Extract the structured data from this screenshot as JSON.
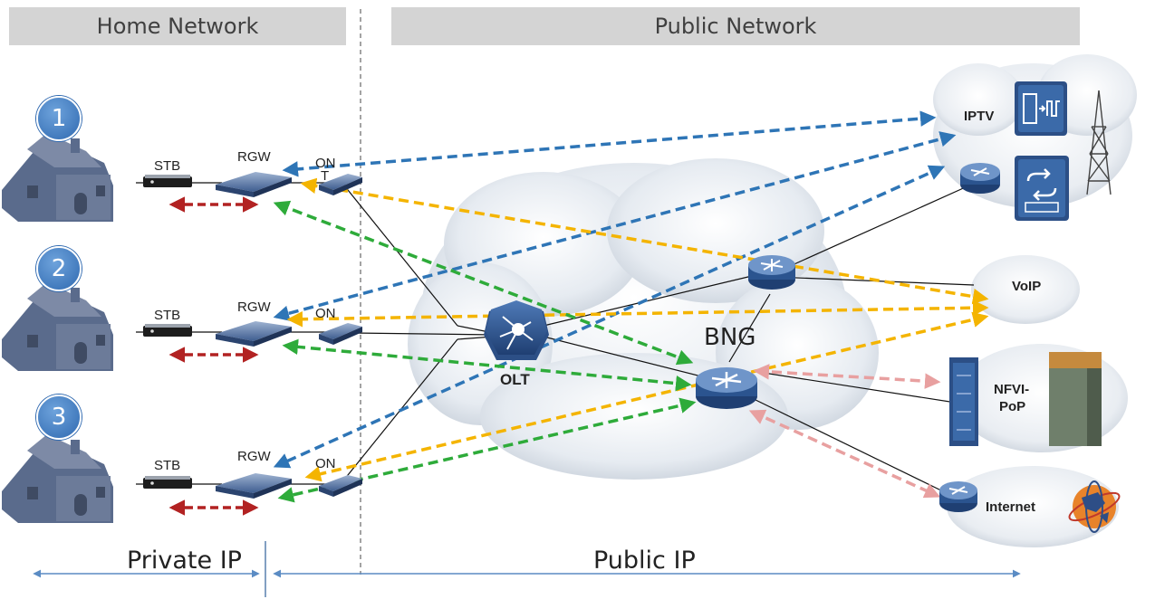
{
  "headers": {
    "home": "Home Network",
    "public": "Public Network"
  },
  "homes": [
    {
      "number": "1",
      "stb_label": "STB",
      "rgw_label": "RGW",
      "ont_label": "ON",
      "ont_label2": "T"
    },
    {
      "number": "2",
      "stb_label": "STB",
      "rgw_label": "RGW",
      "ont_label": "ON",
      "ont_label2": ""
    },
    {
      "number": "3",
      "stb_label": "STB",
      "rgw_label": "RGW",
      "ont_label": "ON",
      "ont_label2": ""
    }
  ],
  "core": {
    "olt_label": "OLT",
    "bng_label": "BNG"
  },
  "services": {
    "iptv": "IPTV",
    "voip": "VoIP",
    "nfvi_line1": "NFVI-",
    "nfvi_line2": "PoP",
    "internet": "Internet"
  },
  "footer": {
    "private_ip": "Private IP",
    "public_ip": "Public IP"
  },
  "colors": {
    "iptv_flow": "#2e75b6",
    "voip_flow": "#f4b400",
    "bng_flow": "#2eab3a",
    "local_flow": "#b22222",
    "service_flow": "#e8a0a0",
    "header_bg": "#d4d4d4",
    "house": "#5a6b8c",
    "badge": "#2f69b0"
  }
}
